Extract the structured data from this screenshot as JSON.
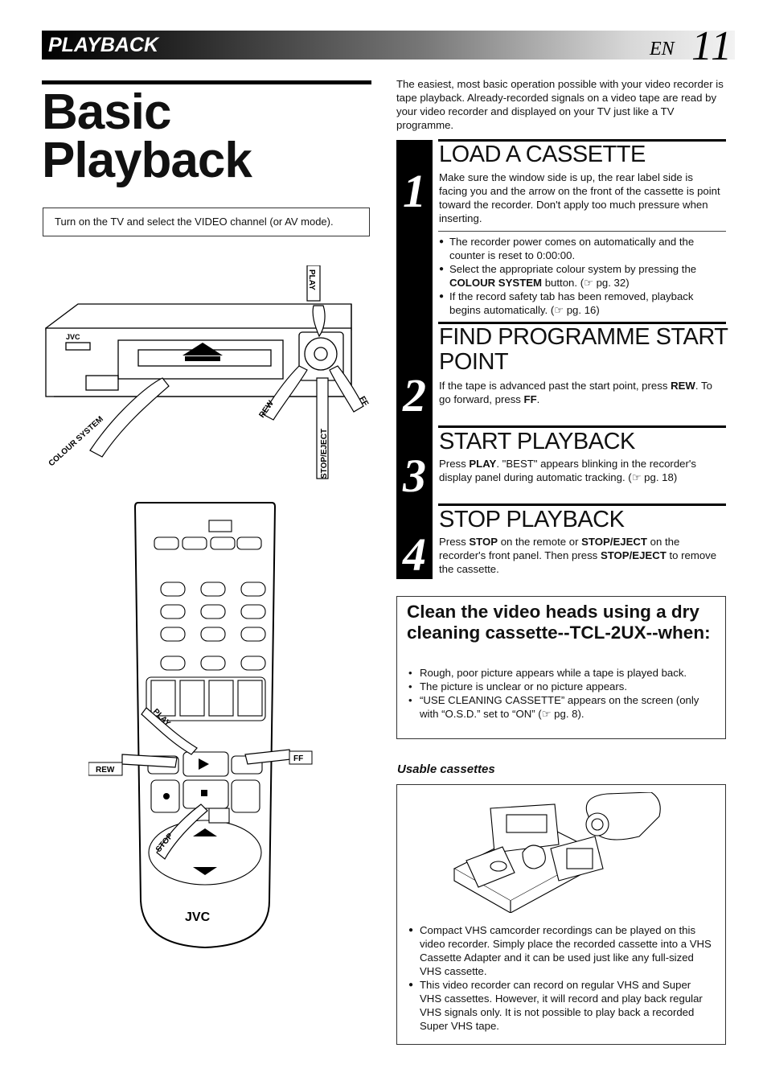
{
  "header": {
    "section": "PLAYBACK",
    "lang": "EN",
    "page": "11"
  },
  "title": {
    "line1": "Basic",
    "line2": "Playback"
  },
  "note": "Turn on the TV and select the VIDEO channel (or AV mode).",
  "intro": "The easiest, most basic operation possible with your video recorder is tape playback. Already-recorded signals on a video tape are read by your video recorder and displayed on your TV just like a TV programme.",
  "vcr_labels": {
    "play": "PLAY",
    "rew": "REW",
    "ff": "FF",
    "stop_eject": "STOP/EJECT",
    "colour_system": "COLOUR SYSTEM",
    "brand": "JVC"
  },
  "remote_labels": {
    "play": "PLAY",
    "rew": "REW",
    "ff": "FF",
    "stop": "STOP",
    "brand": "JVC"
  },
  "steps": [
    {
      "num": "1",
      "heading": "LOAD A CASSETTE",
      "text": "Make sure the window side is up, the rear label side is facing you and the arrow on the front of the cassette is point toward the recorder. Don't apply too much pressure when inserting.",
      "bullets": [
        {
          "pre": "The recorder power comes on automatically and the counter is reset to 0:00:00.",
          "bold": "",
          "post": ""
        },
        {
          "pre": "Select the appropriate colour system by pressing the ",
          "bold": "COLOUR SYSTEM",
          "post": " button. (☞ pg. 32)"
        },
        {
          "pre": "If the record safety tab has been removed, playback begins automatically. (☞ pg. 16)",
          "bold": "",
          "post": ""
        }
      ]
    },
    {
      "num": "2",
      "heading": "FIND PROGRAMME START POINT",
      "text_a": "If the tape is advanced past the start point, press ",
      "bold_a": "REW",
      "text_b": ". To go forward, press ",
      "bold_b": "FF",
      "text_c": "."
    },
    {
      "num": "3",
      "heading": "START PLAYBACK",
      "text_a": "Press ",
      "bold_a": "PLAY",
      "text_b": ". \"BEST\" appears blinking in the recorder's display panel during automatic tracking. (☞ pg. 18)"
    },
    {
      "num": "4",
      "heading": "STOP PLAYBACK",
      "text_a": "Press ",
      "bold_a": "STOP",
      "text_b": " on the remote or ",
      "bold_b": "STOP/EJECT",
      "text_c": " on the recorder's front panel. Then press ",
      "bold_c": "STOP/EJECT",
      "text_d": " to remove the cassette."
    }
  ],
  "cleaning": {
    "heading": "Clean the video heads using a dry cleaning cassette--TCL-2UX--when:",
    "items": [
      "Rough, poor picture appears while a tape is played back.",
      "The picture is unclear or no picture appears.",
      "“USE CLEANING CASSETTE” appears on the screen (only with “O.S.D.” set to “ON” (☞ pg. 8)."
    ]
  },
  "usable": {
    "title": "Usable cassettes",
    "items": [
      "Compact VHS camcorder recordings can be played on this video recorder. Simply place the recorded cassette into a VHS Cassette Adapter and it can be used just like any full-sized VHS cassette.",
      "This video recorder can record on regular VHS and Super VHS cassettes. However, it will record and play back regular VHS signals only. It is not possible to play back a recorded Super VHS tape."
    ]
  }
}
